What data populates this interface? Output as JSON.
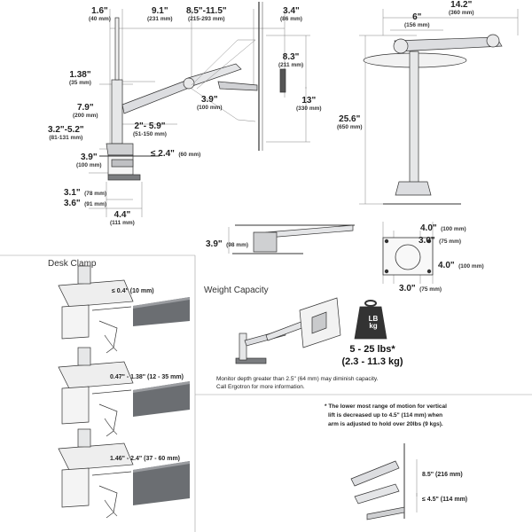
{
  "top_dims": {
    "d1": {
      "a": "1.6\"",
      "b": "(40 mm)"
    },
    "d2": {
      "a": "9.1\"",
      "b": "(231 mm)"
    },
    "d3": {
      "a": "8.5\"-11.5\"",
      "b": "(215-293 mm)"
    },
    "d4": {
      "a": "3.4\"",
      "b": "(86 mm)"
    },
    "d5": {
      "a": "8.3\"",
      "b": "(211 mm)"
    },
    "d6": {
      "a": "1.38\"",
      "b": "(35 mm)"
    },
    "d7": {
      "a": "7.9\"",
      "b": "(200 mm)"
    },
    "d8": {
      "a": "3.9\"",
      "b": "(100 mm)"
    },
    "d9": {
      "a": "13\"",
      "b": "(330 mm)"
    },
    "d10": {
      "a": "3.2\"-5.2\"",
      "b": "(81-131 mm)"
    },
    "d11": {
      "a": "2\"- 5.9\"",
      "b": "(51-150 mm)"
    },
    "d12": {
      "a": "≤ 2.4\"",
      "b": "(60 mm)"
    },
    "d13": {
      "a": "3.9\"",
      "b": "(100 mm)"
    },
    "d14": {
      "a": "3.1\"",
      "b": "(78 mm)"
    },
    "d15": {
      "a": "3.6\"",
      "b": "(91 mm)"
    },
    "d16": {
      "a": "4.4\"",
      "b": "(111 mm)"
    },
    "s1": {
      "a": "14.2\"",
      "b": "(360 mm)"
    },
    "s2": {
      "a": "6\"",
      "b": "(156 mm)"
    },
    "s3": {
      "a": "25.6\"",
      "b": "(650 mm)"
    },
    "m1": {
      "a": "3.9\"",
      "b": "(98 mm)"
    },
    "v1": {
      "a": "4.0\"",
      "b": "(100 mm)"
    },
    "v2": {
      "a": "3.0\"",
      "b": "(75 mm)"
    },
    "v3": {
      "a": "4.0\"",
      "b": "(100 mm)"
    },
    "v4": {
      "a": "3.0\"",
      "b": "(75 mm)"
    }
  },
  "desk_clamp": {
    "title": "Desk Clamp",
    "labels": [
      "≤ 0.4\" (10 mm)",
      "0.47\" - 1.38\" (12 - 35 mm)",
      "1.46\" - 2.4\" (37 - 60 mm)"
    ]
  },
  "weight": {
    "title": "Weight Capacity",
    "unit1": "LB",
    "unit2": "kg",
    "range1": "5 - 25 lbs*",
    "range2": "(2.3 - 11.3 kg)",
    "note1": "Monitor depth greater than 2.5\" (64 mm) may diminish capacity.",
    "note2": "Call Ergotron for more information."
  },
  "footnote": {
    "l1": "* The lower most range of motion for vertical",
    "l2": "lift is decreased up to 4.5\" (114 mm) when",
    "l3": "arm is adjusted to hold over 20lbs (9 kgs).",
    "dim1": "8.5\" (216 mm)",
    "dim2": "≤ 4.5\" (114 mm)"
  },
  "colors": {
    "line": "#333333",
    "metal": "#c9cacc",
    "dark": "#7b7d80",
    "shelf": "#6b6e72",
    "grid": "#9c9c9c"
  }
}
